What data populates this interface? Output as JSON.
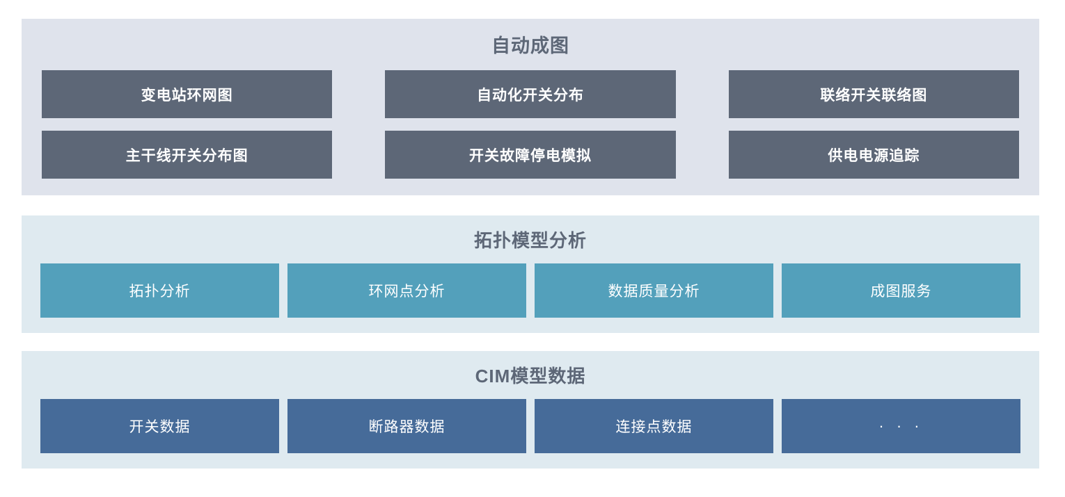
{
  "sections": [
    {
      "id": "auto-mapping",
      "title": "自动成图",
      "bg_color": "#dfe3ec",
      "button_color": "#5d6777",
      "items": [
        {
          "label": "变电站环网图"
        },
        {
          "label": "自动化开关分布"
        },
        {
          "label": "联络开关联络图"
        },
        {
          "label": "主干线开关分布图"
        },
        {
          "label": "开关故障停电模拟"
        },
        {
          "label": "供电电源追踪"
        }
      ]
    },
    {
      "id": "topology-model-analysis",
      "title": "拓扑模型分析",
      "bg_color": "#dfeaf0",
      "button_color": "#53a0bb",
      "items": [
        {
          "label": "拓扑分析"
        },
        {
          "label": "环网点分析"
        },
        {
          "label": "数据质量分析"
        },
        {
          "label": "成图服务"
        }
      ]
    },
    {
      "id": "cim-model-data",
      "title": "CIM模型数据",
      "bg_color": "#dfeaf0",
      "button_color": "#466b99",
      "items": [
        {
          "label": "开关数据"
        },
        {
          "label": "断路器数据"
        },
        {
          "label": "连接点数据"
        },
        {
          "label": "· · ·"
        }
      ]
    }
  ],
  "theme": {
    "title_color": "#5d6777",
    "button_text_color": "#ffffff",
    "page_background": "#ffffff"
  }
}
